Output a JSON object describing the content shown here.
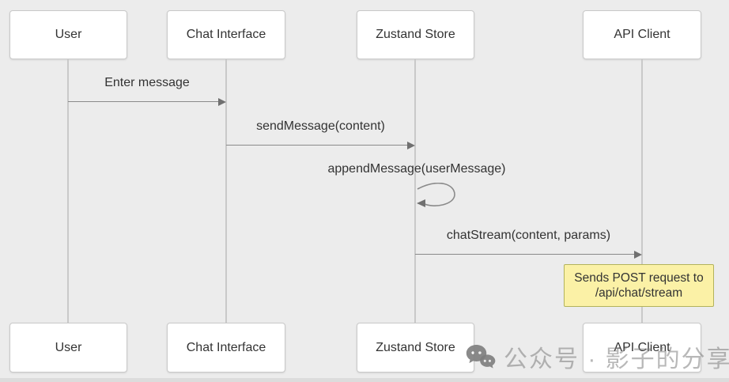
{
  "diagram": {
    "type": "sequence",
    "actors": [
      {
        "name": "User"
      },
      {
        "name": "Chat Interface"
      },
      {
        "name": "Zustand Store"
      },
      {
        "name": "API Client"
      }
    ],
    "messages": [
      {
        "label": "Enter message",
        "from": "User",
        "to": "Chat Interface",
        "kind": "solid-arrow"
      },
      {
        "label": "sendMessage(content)",
        "from": "Chat Interface",
        "to": "Zustand Store",
        "kind": "solid-arrow"
      },
      {
        "label": "appendMessage(userMessage)",
        "from": "Zustand Store",
        "to": "Zustand Store",
        "kind": "self-loop"
      },
      {
        "label": "chatStream(content, params)",
        "from": "Zustand Store",
        "to": "API Client",
        "kind": "solid-arrow"
      }
    ],
    "note": {
      "anchor": "API Client",
      "lines": [
        "Sends POST request to",
        "/api/chat/stream"
      ],
      "text": "Sends POST request to /api/chat/stream"
    },
    "colors": {
      "background": "#ececec",
      "actor_fill": "#ffffff",
      "actor_border": "#c9c9c9",
      "lifeline": "#c9c9c9",
      "arrow_line": "#8a8a8a",
      "arrow_head": "#707070",
      "note_fill": "#fbf1a6",
      "note_border": "#b3b35c",
      "text": "#333333",
      "watermark": "#7d7d7d"
    }
  },
  "watermark": {
    "icon": "wechat-icon",
    "text": "公众号 · 影子的分享站"
  }
}
